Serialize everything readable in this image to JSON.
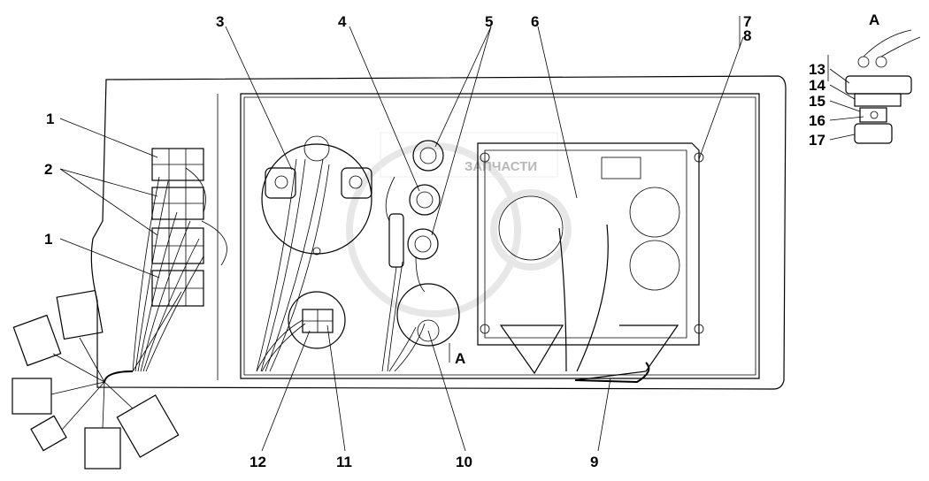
{
  "diagram": {
    "callouts": [
      "1",
      "2",
      "1",
      "3",
      "4",
      "5",
      "6",
      "7",
      "8",
      "9",
      "10",
      "11",
      "12"
    ],
    "view_marker": "A",
    "view_title": "A",
    "detail_callouts": [
      "13",
      "14",
      "15",
      "16",
      "17"
    ],
    "watermark": "ЗАПЧАСТИ"
  }
}
